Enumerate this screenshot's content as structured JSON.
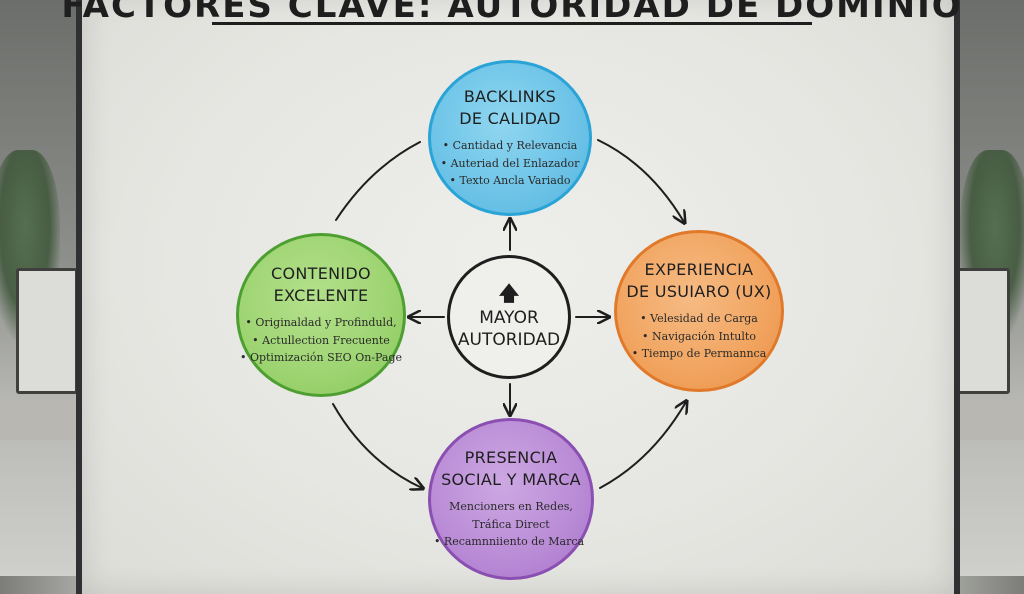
{
  "title": "FACTORES CLAVE: AUTORIDAD DE DOMINIO",
  "center": {
    "icon": "up-arrow-icon",
    "line1": "MAYOR",
    "line2": "AUTORIDAD"
  },
  "nodes": {
    "backlinks": {
      "title_line1": "BACKLINKS",
      "title_line2": "DE CALIDAD",
      "items": [
        "Cantidad y Relevancia",
        "Auteriad del Enlazador",
        "Texto Ancla Variado"
      ],
      "color": "#2aa3d6"
    },
    "contenido": {
      "title_line1": "CONTENIDO",
      "title_line2": "EXCELENTE",
      "items": [
        "Originaldad y Profinduld,",
        "Actullection Frecuente",
        "Optimización SEO On-Page"
      ],
      "color": "#4e9f31"
    },
    "experiencia": {
      "title_line1": "EXPERIENCIA",
      "title_line2": "DE USUIARO (UX)",
      "items": [
        "Velesidad de Carga",
        "Navigación Intulto",
        "Tiempo de Permannca"
      ],
      "color": "#e07a2a"
    },
    "presencia": {
      "title_line1": "PRESENCIA",
      "title_line2": "SOCIAL Y MARCA",
      "items": [
        "Mencioners en Redes,",
        "Tráfica Direct",
        "Recamnniiento de Marca"
      ],
      "color": "#8a4fb1"
    }
  }
}
